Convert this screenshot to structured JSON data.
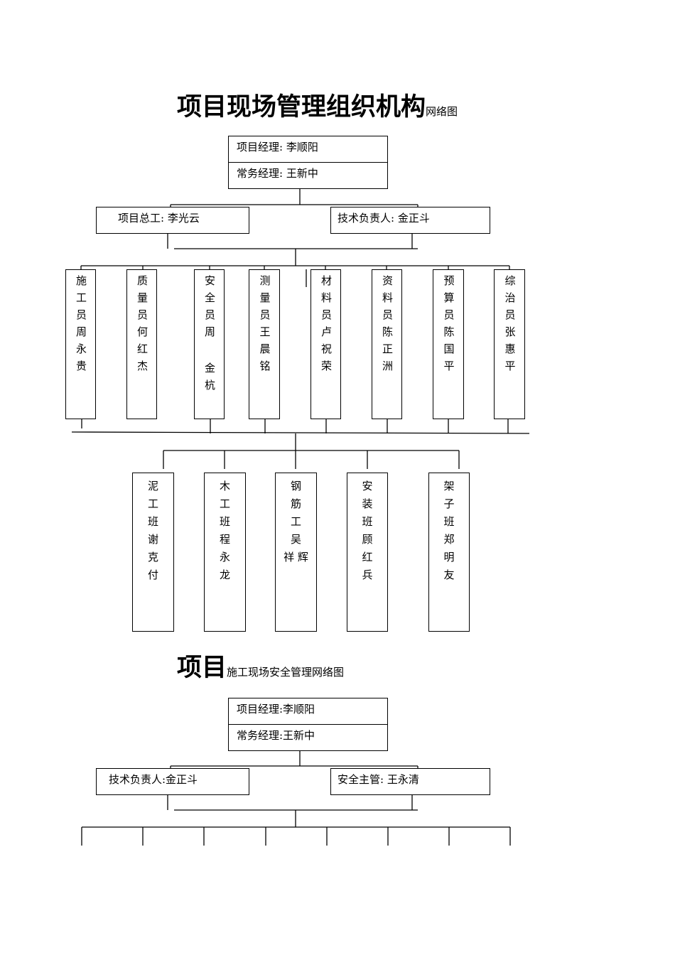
{
  "doc1": {
    "title_main": "项目现场管理组织机构",
    "title_suffix": "网络图",
    "manager": "项目经理: 李顺阳",
    "exec_manager": "常务经理: 王新中",
    "chief_engineer": "项目总工: 李光云",
    "tech_lead": "技术负责人: 金正斗",
    "staff": [
      "施工员周永贵",
      "质量员何红杰",
      "安全员周 金杭",
      "测量员王晨铭",
      "材料员卢祝荣",
      "资料员陈正洲",
      "预算员陈国平",
      "综治员张惠平"
    ],
    "teams": [
      [
        "泥",
        "工",
        "班",
        "谢",
        "克",
        "付"
      ],
      [
        "木",
        "工",
        "班",
        "程",
        "永",
        "龙"
      ],
      [
        "钢",
        "筋",
        "工",
        "吴",
        "祥 辉"
      ],
      [
        "安",
        "装",
        "班",
        "顾",
        "红",
        "兵"
      ],
      [
        "架",
        "子",
        "班",
        "郑",
        "明",
        "友"
      ]
    ]
  },
  "doc2": {
    "title_main": "项目",
    "title_suffix": "施工现场安全管理网络图",
    "manager": "项目经理:李顺阳",
    "exec_manager": "常务经理:王新中",
    "tech_lead": "技术负责人:金正斗",
    "safety_lead": "安全主管: 王永清"
  }
}
